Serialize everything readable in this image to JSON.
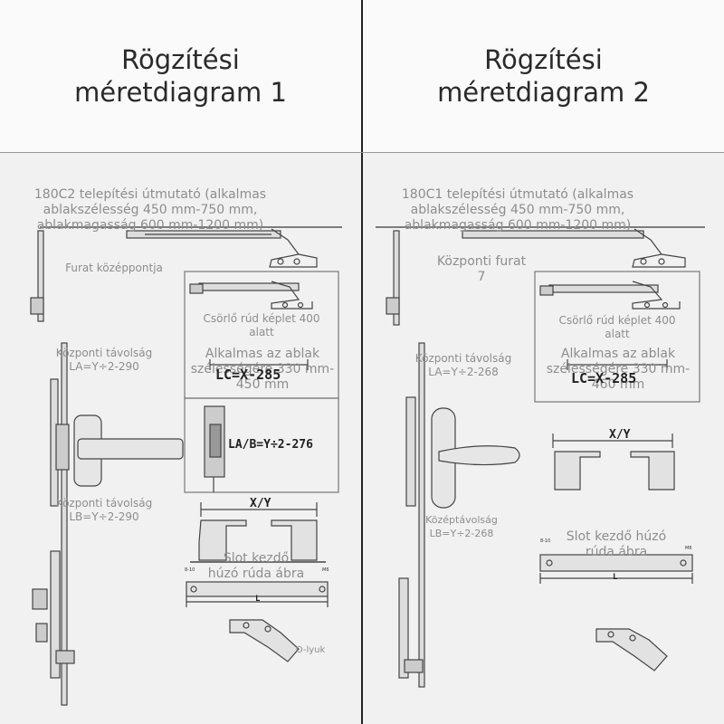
{
  "headers": {
    "left": "Rögzítési\nméretdiagram 1",
    "right": "Rögzítési\nméretdiagram 2"
  },
  "left_panel": {
    "install_guide": "180C2 telepítési útmutató (alkalmas ablakszélesség 450 mm-750 mm, ablakmagasság 600 mm-1200 mm)",
    "bore_center": "Furat középpontja",
    "winch_rod_below": "Csörlő rúd képlet 400 alatt",
    "suitable_width": "Alkalmas az ablak szélességére 330 mm-450 mm",
    "lc_formula": "LC=X-285",
    "center_distance_a": "Központi távolság LA=Y÷2-290",
    "lab_formula": "LA/B=Y÷2-276",
    "center_distance_b": "Központi távolság LB=Y÷2-290",
    "xy_label": "X/Y",
    "slot_drawing": "Slot kezdő húzó rúda ábra",
    "dim_8_10": "8-10",
    "dim_m6": "M6",
    "dim_l": "L",
    "o_hole": "O-lyuk"
  },
  "right_panel": {
    "install_guide": "180C1 telepítési útmutató (alkalmas ablakszélesség 450 mm-750 mm, ablakmagasság 600 mm-1200 mm)",
    "center_bore": "Központi furat 7",
    "winch_rod_below": "Csörlő rúd képlet 400 alatt",
    "suitable_width": "Alkalmas az ablak szélességére 330 mm-460 mm",
    "lc_formula": "LC=X-285",
    "center_distance_a": "Központi távolság LA=Y÷2-268",
    "xy_label": "X/Y",
    "center_distance_b": "Középtávolság LB=Y÷2-268",
    "slot_drawing": "Slot kezdő húzó rúda ábra",
    "dim_8_10": "8-10",
    "dim_m6": "M6",
    "dim_l": "L"
  }
}
